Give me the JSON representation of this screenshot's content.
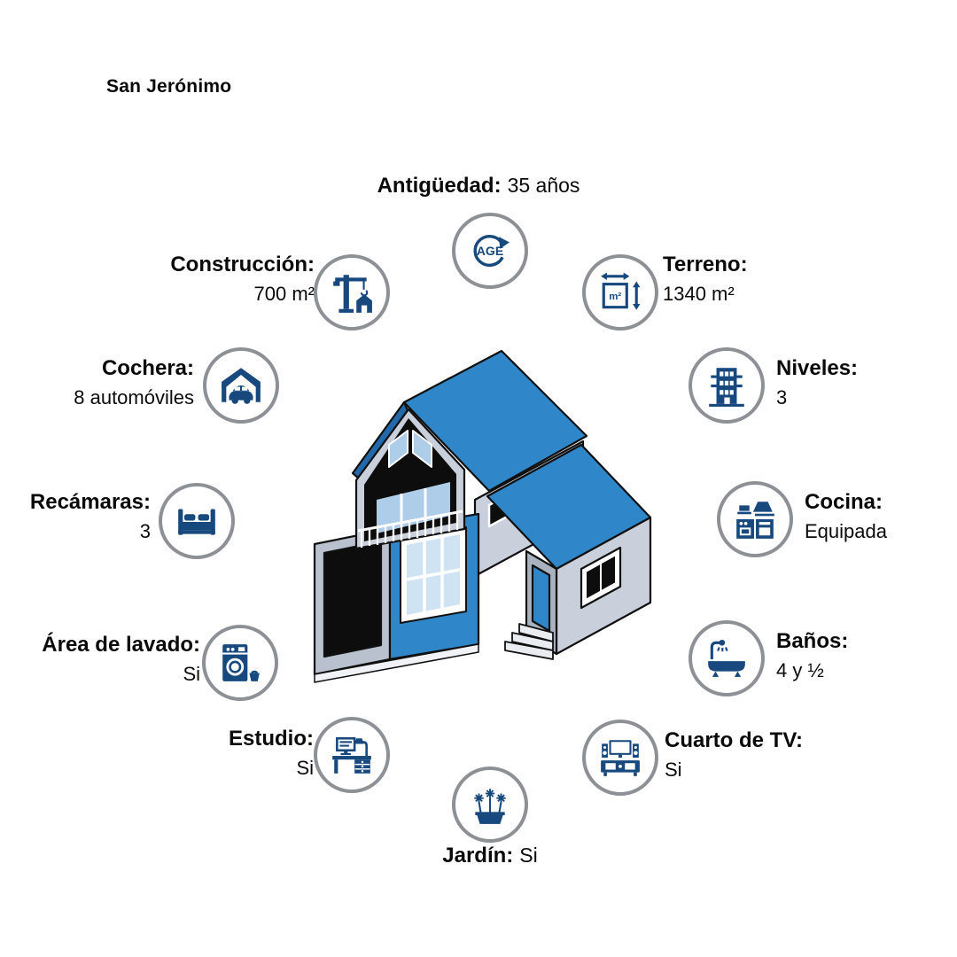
{
  "page": {
    "title": "San Jerónimo"
  },
  "colors": {
    "icon_navy": "#17497e",
    "ring_gray": "#8d9094",
    "house_blue": "#2f87ca"
  },
  "icons": {
    "age_text": "AGE",
    "area_text": "m²"
  },
  "features": [
    {
      "id": "antiguedad",
      "label": "Antigüedad:",
      "value": "35 años",
      "icon": "age-icon"
    },
    {
      "id": "construccion",
      "label": "Construcción:",
      "value": "700 m²",
      "icon": "crane-icon"
    },
    {
      "id": "terreno",
      "label": "Terreno:",
      "value": "1340 m²",
      "icon": "land-area-icon"
    },
    {
      "id": "cochera",
      "label": "Cochera:",
      "value": "8 automóviles",
      "icon": "garage-car-icon"
    },
    {
      "id": "niveles",
      "label": "Niveles:",
      "value": "3",
      "icon": "building-levels-icon"
    },
    {
      "id": "recamaras",
      "label": "Recámaras:",
      "value": "3",
      "icon": "bed-icon"
    },
    {
      "id": "cocina",
      "label": "Cocina:",
      "value": "Equipada",
      "icon": "kitchen-icon"
    },
    {
      "id": "area_de_lavado",
      "label": "Área de lavado:",
      "value": "Si",
      "icon": "laundry-icon"
    },
    {
      "id": "banos",
      "label": "Baños:",
      "value": "4 y ½",
      "icon": "bathtub-icon"
    },
    {
      "id": "estudio",
      "label": "Estudio:",
      "value": "Si",
      "icon": "study-desk-icon"
    },
    {
      "id": "cuarto_de_tv",
      "label": "Cuarto de TV:",
      "value": "Si",
      "icon": "tv-room-icon"
    },
    {
      "id": "jardin",
      "label": "Jardín:",
      "value": "Si",
      "icon": "garden-icon"
    }
  ]
}
